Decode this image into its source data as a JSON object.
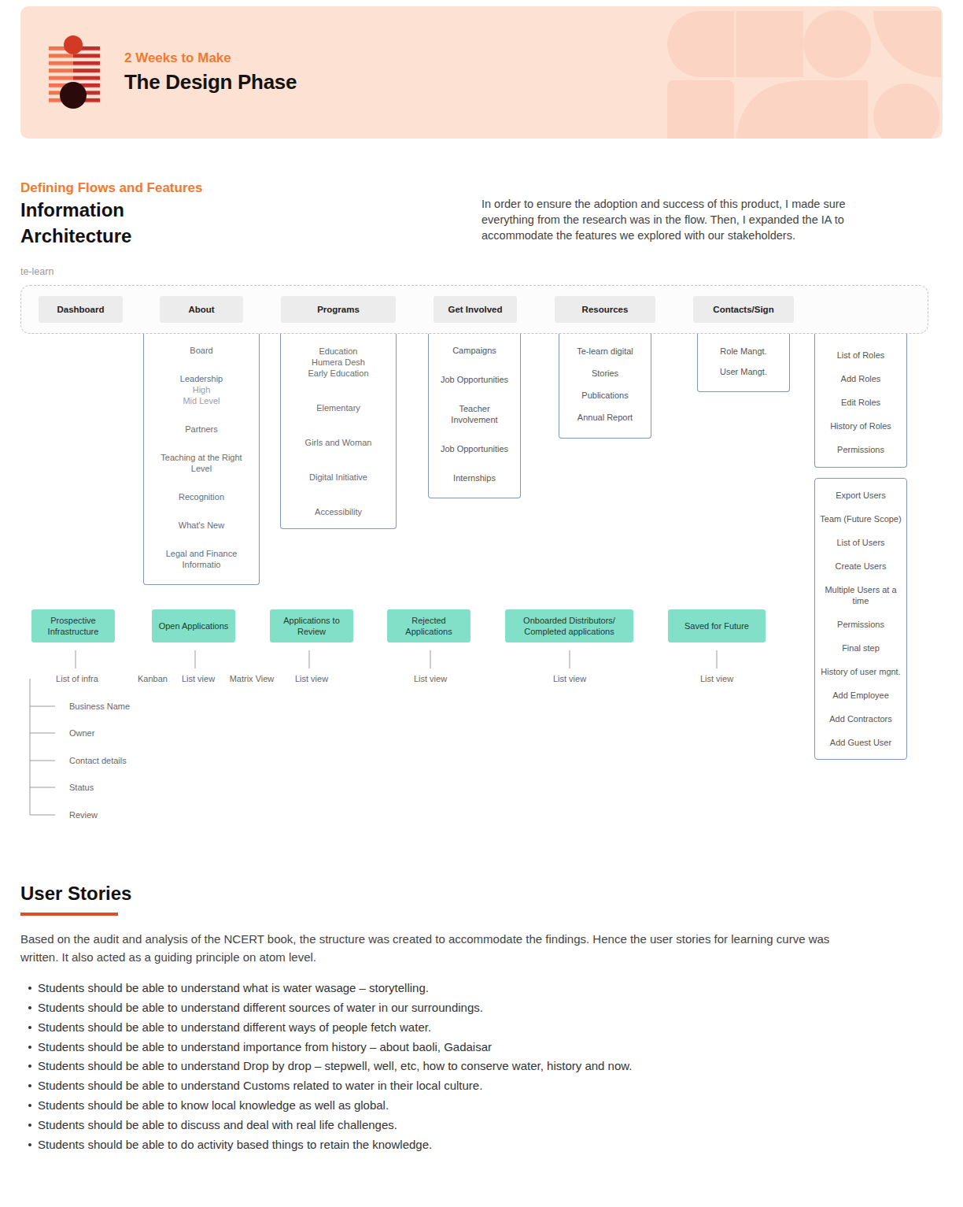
{
  "diagram": {
    "title": "Information Architecture",
    "nodes": [
      {
        "text": [
          "te-learn"
        ]
      },
      {
        "text": [
          "Dashboard"
        ],
        "in": 0
      },
      {
        "text": [
          "About"
        ],
        "in": 0
      },
      {
        "text": [
          "Programs"
        ],
        "in": 0
      },
      {
        "text": [
          "Get Involved"
        ],
        "in": 0
      },
      {
        "text": [
          "Resources"
        ],
        "in": 0
      },
      {
        "text": [
          "Contacts/Sign"
        ],
        "in": 0
      },
      {
        "text": [
          "Board",
          "Leadership",
          "High",
          "Mid Level",
          "Partners",
          "Teaching at the Right Level",
          "Recognition",
          "What's New",
          "Legal and Finance Informatio"
        ]
      },
      {
        "text": [
          "Education",
          "Humera Desh",
          "Early Education",
          "Elementary",
          "Girls and Woman",
          "Digital Initiative",
          "Accessibility"
        ]
      },
      {
        "text": [
          "Campaigns",
          "Job Opportunities",
          "Teacher Involvement",
          "Job Opportunities",
          "Internships"
        ]
      },
      {
        "text": [
          "Te-learn digital",
          "Stories",
          "Publications",
          "Annual Report"
        ]
      },
      {
        "text": [
          "Role Mangt.",
          "User Mangt."
        ]
      },
      {
        "text": [
          "List of Roles",
          "Add Roles",
          "Edit Roles",
          "History of Roles",
          "Permissions"
        ]
      },
      {
        "text": [
          "Export Users",
          "Team (Future Scope)",
          "List of Users",
          "Create Users",
          "Multiple Users at a time",
          "Permissions",
          "Final step",
          "History of user mgnt.",
          "Add Employee",
          "Add Contractors",
          "Add Guest User"
        ]
      },
      {
        "text": [
          "Prospective Infrastructure"
        ]
      },
      {
        "text": [
          "Open Applications"
        ]
      },
      {
        "text": [
          "Applications to Review"
        ]
      },
      {
        "text": [
          "Rejected Applications"
        ]
      },
      {
        "text": [
          "Onboarded Distributors/ Completed applications"
        ]
      },
      {
        "text": [
          "Saved for Future"
        ]
      }
    ],
    "labels": [
      "2 Weeks to Make",
      "The Design Phase",
      "Defining Flows and Features",
      "In order to ensure the adoption and success of this product, I made sure everything from the research was in the flow. Then, I expanded the IA to accommodate the features we explored with our stakeholders.",
      "List of infra",
      "Kanban",
      "List view",
      "Matrix View",
      "List view",
      "List view",
      "List view",
      "List view",
      "Business Name",
      "Owner",
      "Contact details",
      "Status",
      "Review",
      "User Stories",
      "Based on the audit and analysis of the NCERT book, the structure was created to accommodate the findings. Hence the user stories for learning curve was written. It also acted as a guiding principle on atom level.",
      "Students should be able to understand what is water wasage – storytelling.",
      "Students should be able to understand different sources of water in our surroundings.",
      "Students should be able to understand different ways of people fetch water.",
      "Students should be able to understand importance from history – about baoli, Gadaisar",
      "Students should be able to understand Drop by drop – stepwell, well, etc, how to conserve water, history and now.",
      "Students should be able to understand Customs related to water in their local culture.",
      "Students should be able to know local knowledge as well as global.",
      "Students should be able to discuss and deal with real life challenges.",
      "Students should be able to do activity based things to retain the knowledge."
    ]
  }
}
